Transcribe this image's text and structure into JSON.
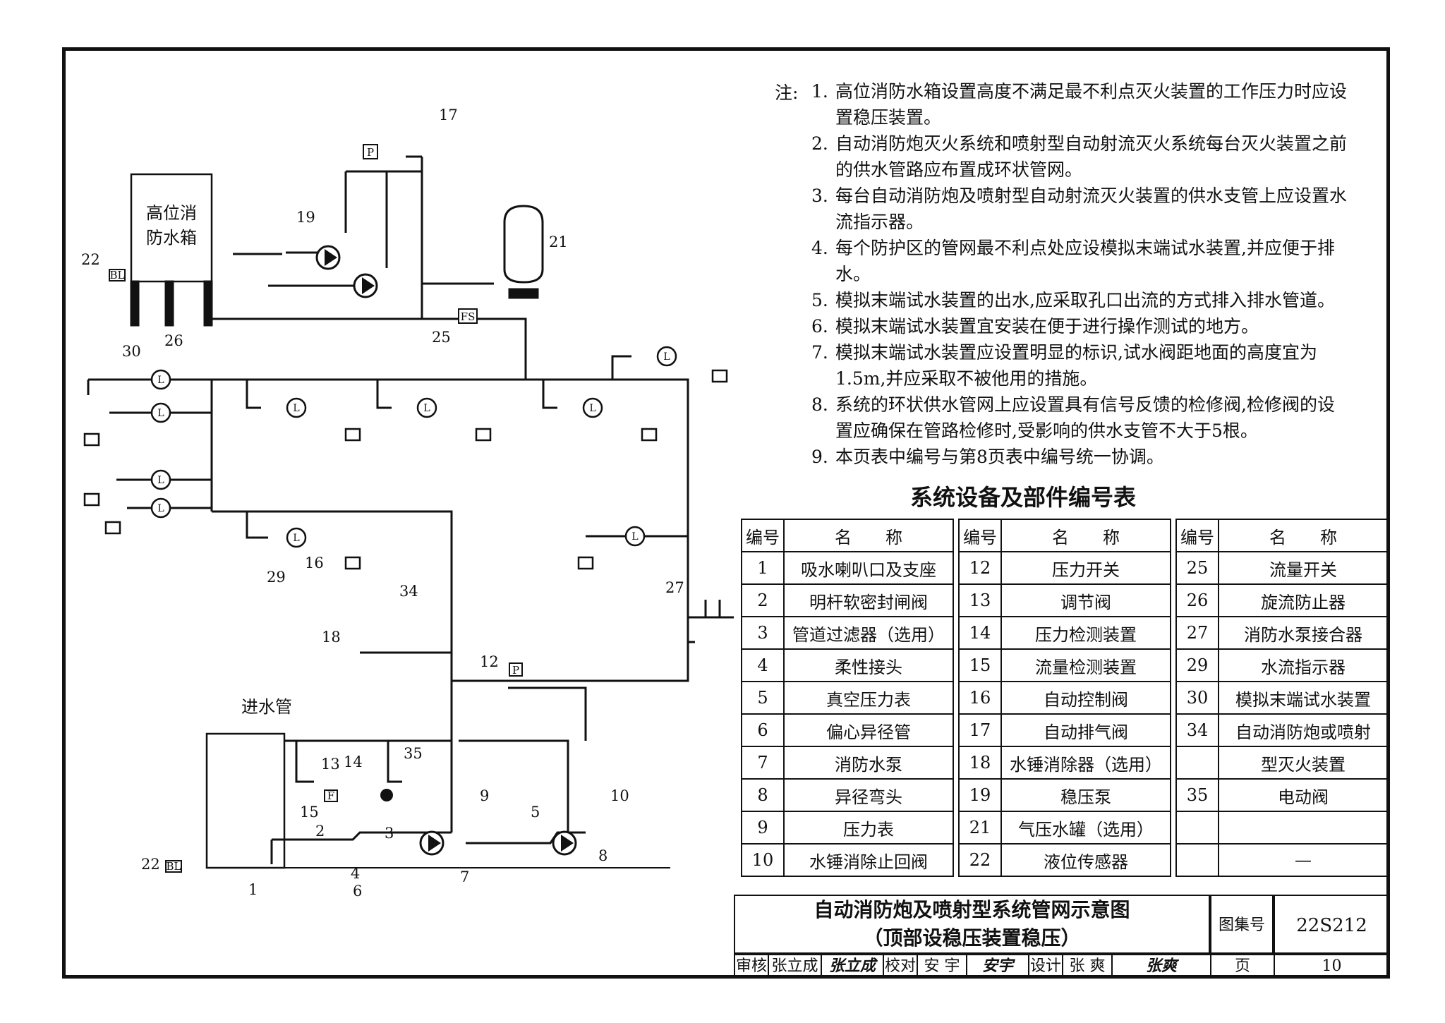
{
  "notes": {
    "prefix": "注:",
    "items": [
      {
        "n": "1.",
        "lines": [
          "高位消防水箱设置高度不满足最不利点灭火装置的工作压力时应设",
          "置稳压装置。"
        ]
      },
      {
        "n": "2.",
        "lines": [
          "自动消防炮灭火系统和喷射型自动射流灭火系统每台灭火装置之前",
          "的供水管路应布置成环状管网。"
        ]
      },
      {
        "n": "3.",
        "lines": [
          "每台自动消防炮及喷射型自动射流灭火装置的供水支管上应设置水",
          "流指示器。"
        ]
      },
      {
        "n": "4.",
        "lines": [
          "每个防护区的管网最不利点处应设模拟末端试水装置,并应便于排",
          "水。"
        ]
      },
      {
        "n": "5.",
        "lines": [
          "模拟末端试水装置的出水,应采取孔口出流的方式排入排水管道。"
        ]
      },
      {
        "n": "6.",
        "lines": [
          "模拟末端试水装置宜安装在便于进行操作测试的地方。"
        ]
      },
      {
        "n": "7.",
        "lines": [
          "模拟末端试水装置应设置明显的标识,试水阀距地面的高度宜为",
          "1.5m,并应采取不被他用的措施。"
        ]
      },
      {
        "n": "8.",
        "lines": [
          "系统的环状供水管网上应设置具有信号反馈的检修阀,检修阀的设",
          "置应确保在管路检修时,受影响的供水支管不大于5根。"
        ]
      },
      {
        "n": "9.",
        "lines": [
          "本页表中编号与第8页表中编号统一协调。"
        ]
      }
    ]
  },
  "table": {
    "title": "系统设备及部件编号表",
    "header": {
      "no": "编号",
      "name": "名　　称"
    },
    "rows": [
      [
        [
          "1",
          "吸水喇叭口及支座"
        ],
        [
          "12",
          "压力开关"
        ],
        [
          "25",
          "流量开关"
        ]
      ],
      [
        [
          "2",
          "明杆软密封闸阀"
        ],
        [
          "13",
          "调节阀"
        ],
        [
          "26",
          "旋流防止器"
        ]
      ],
      [
        [
          "3",
          "管道过滤器（选用）"
        ],
        [
          "14",
          "压力检测装置"
        ],
        [
          "27",
          "消防水泵接合器"
        ]
      ],
      [
        [
          "4",
          "柔性接头"
        ],
        [
          "15",
          "流量检测装置"
        ],
        [
          "29",
          "水流指示器"
        ]
      ],
      [
        [
          "5",
          "真空压力表"
        ],
        [
          "16",
          "自动控制阀"
        ],
        [
          "30",
          "模拟末端试水装置"
        ]
      ],
      [
        [
          "6",
          "偏心异径管"
        ],
        [
          "17",
          "自动排气阀"
        ],
        [
          "34",
          "自动消防炮或喷射"
        ]
      ],
      [
        [
          "7",
          "消防水泵"
        ],
        [
          "18",
          "水锤消除器（选用）"
        ],
        [
          "",
          "型灭火装置"
        ]
      ],
      [
        [
          "8",
          "异径弯头"
        ],
        [
          "19",
          "稳压泵"
        ],
        [
          "35",
          "电动阀"
        ]
      ],
      [
        [
          "9",
          "压力表"
        ],
        [
          "21",
          "气压水罐（选用）"
        ],
        [
          "",
          ""
        ]
      ],
      [
        [
          "10",
          "水锤消除止回阀"
        ],
        [
          "22",
          "液位传感器"
        ],
        [
          "",
          "—"
        ]
      ]
    ]
  },
  "title_block": {
    "title_line1": "自动消防炮及喷射型系统管网示意图",
    "title_line2": "（顶部设稳压装置稳压）",
    "atlas_label": "图集号",
    "atlas_no": "22S212",
    "review_label": "审核",
    "reviewer": "张立成",
    "reviewer_sig": "张立成",
    "check_label": "校对",
    "checker": "安 宇",
    "checker_sig": "安宇",
    "design_label": "设计",
    "designer": "张 爽",
    "designer_sig": "张爽",
    "page_label": "页",
    "page_no": "10"
  },
  "diagram": {
    "tank_label_1": "高位消",
    "tank_label_2": "防水箱",
    "inlet_label": "进水管",
    "callouts": [
      "17",
      "19",
      "21",
      "22",
      "25",
      "26",
      "30",
      "29",
      "16",
      "34",
      "18",
      "12",
      "27",
      "35",
      "13",
      "14",
      "15",
      "9",
      "10",
      "5",
      "2",
      "3",
      "4",
      "6",
      "7",
      "8",
      "1",
      "22"
    ],
    "tag_P": "P",
    "tag_FS": "FS",
    "tag_BL": "BL",
    "tag_F": "F",
    "tag_L": "L"
  }
}
